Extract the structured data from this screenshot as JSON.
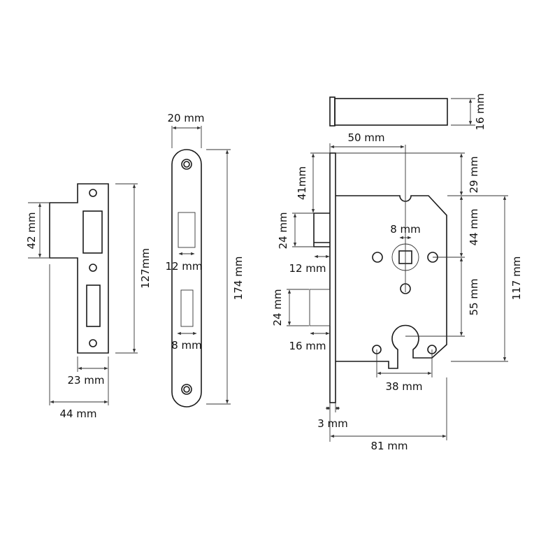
{
  "strike_plate": {
    "height_tab": "42 mm",
    "height": "127mm",
    "width_inner": "23 mm",
    "width": "44 mm"
  },
  "faceplate": {
    "width": "20 mm",
    "latch_slot": "12 mm",
    "bolt_slot": "8 mm",
    "height": "174 mm"
  },
  "lock_body": {
    "bolt_height": "16 mm",
    "backset": "50 mm",
    "top_offset": "29 mm",
    "latch_offset": "41mm",
    "latch_height": "24 mm",
    "latch_projection": "12 mm",
    "spindle_size": "8 mm",
    "spindle_to_hole": "44 mm",
    "centres": "55 mm",
    "case_height": "117 mm",
    "deadbolt_height": "24 mm",
    "deadbolt_projection": "16 mm",
    "fixing_centres": "38 mm",
    "forend_thickness": "3 mm",
    "case_depth": "81 mm"
  }
}
